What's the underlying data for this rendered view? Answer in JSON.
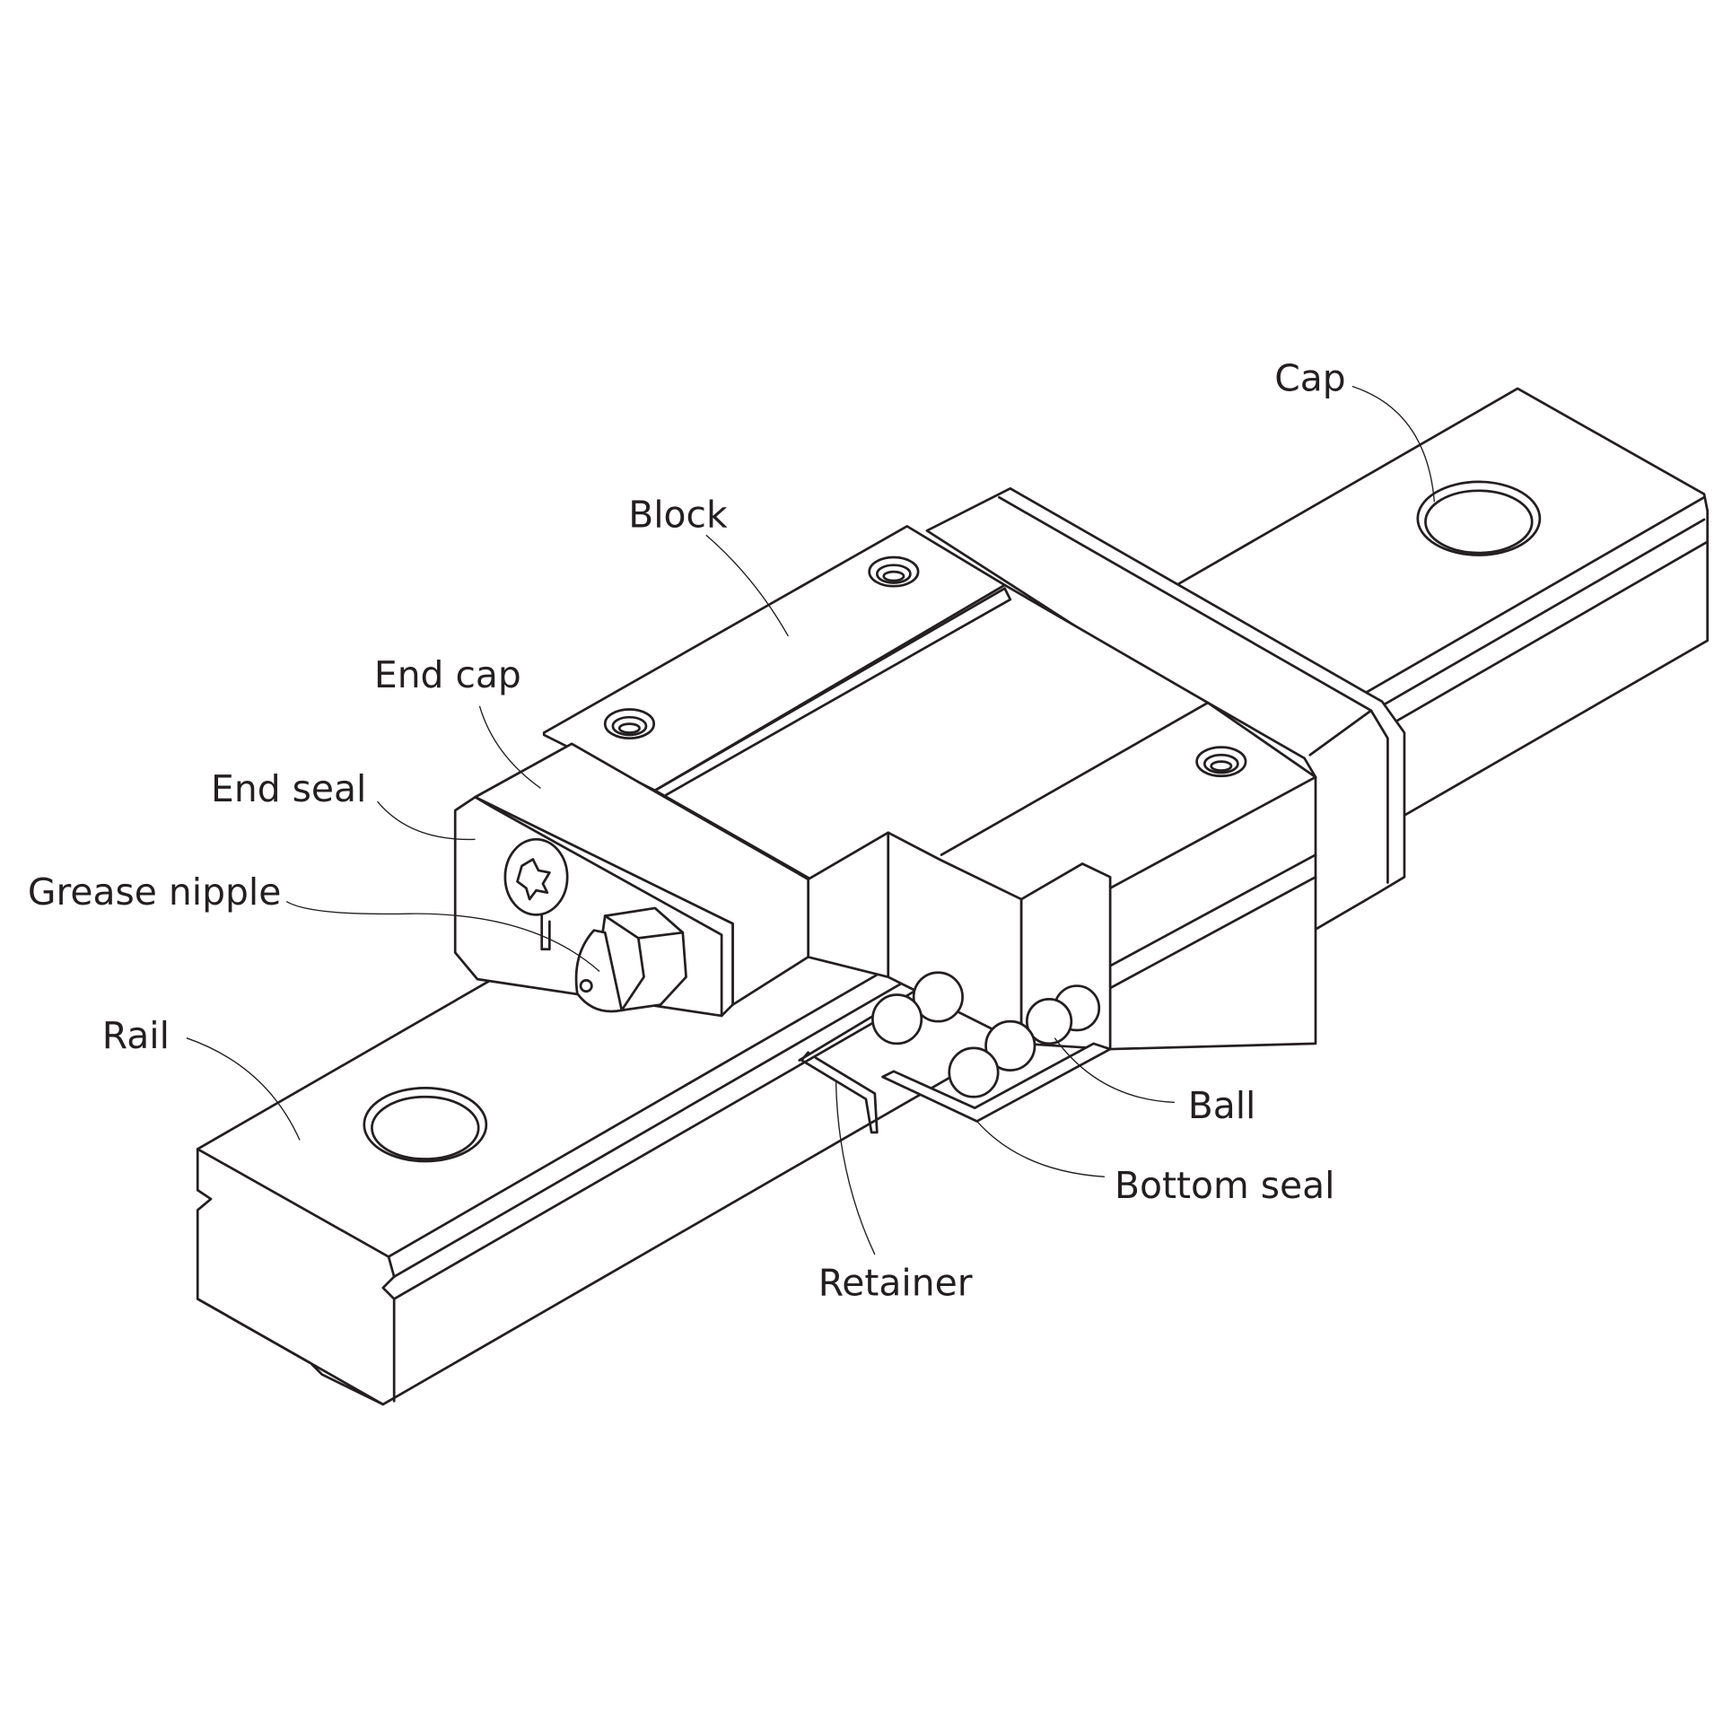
{
  "labels": {
    "cap": "Cap",
    "block": "Block",
    "end_cap": "End cap",
    "end_seal": "End seal",
    "grease_nipple": "Grease nipple",
    "rail": "Rail",
    "ball": "Ball",
    "bottom_seal": "Bottom seal",
    "retainer": "Retainer"
  },
  "colors": {
    "line": "#231f20",
    "background": "#ffffff"
  }
}
